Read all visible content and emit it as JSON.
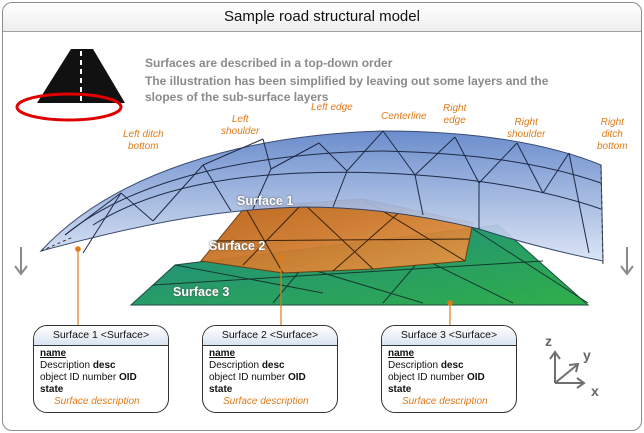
{
  "title": "Sample road structural model",
  "notes": {
    "line1": "Surfaces are described in a top-down order",
    "line2": "The illustration has been simplified by leaving out some layers and the",
    "line3": "slopes of the sub-surface layers"
  },
  "labels": {
    "left_ditch_bottom": [
      "Left ditch",
      "bottom"
    ],
    "left_shoulder": [
      "Left",
      "shoulder"
    ],
    "left_edge": "Left edge",
    "centerline": "Centerline",
    "right_edge": [
      "Right",
      "edge"
    ],
    "right_shoulder": [
      "Right",
      "shoulder"
    ],
    "right_ditch_bottom": [
      "Right",
      "ditch",
      "bottom"
    ]
  },
  "surfaces": [
    {
      "label": "Surface 1",
      "header": "Surface 1 <Surface>"
    },
    {
      "label": "Surface 2",
      "header": "Surface 2 <Surface>"
    },
    {
      "label": "Surface 3",
      "header": "Surface 3 <Surface>"
    }
  ],
  "class_body": {
    "name": "name",
    "desc_prefix": "Description ",
    "desc_key": "desc",
    "oid_prefix": "object ID number ",
    "oid_key": "OID",
    "state": "state",
    "surface_description": "Surface description"
  },
  "axes": {
    "z": "z",
    "y": "y",
    "x": "x"
  },
  "colors": {
    "surface1": "#7fa0d6",
    "surface2": "#c76a16",
    "surface3": "#2a9a6e",
    "accent_orange": "#e07a18",
    "road_icon_ring": "#e00000"
  },
  "icons": {
    "road": "road-icon",
    "arrow_left": "down-arrow-icon",
    "arrow_right": "down-arrow-icon"
  }
}
